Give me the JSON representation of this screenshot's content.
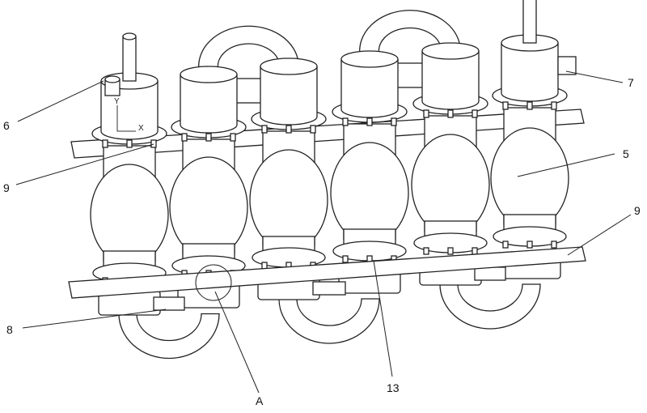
{
  "figure": {
    "labels": {
      "l6": "6",
      "l7": "7",
      "l5": "5",
      "l9a": "9",
      "l9b": "9",
      "l8": "8",
      "lA": "A",
      "l13": "13"
    },
    "axes": {
      "y": "Y",
      "x": "X"
    }
  }
}
